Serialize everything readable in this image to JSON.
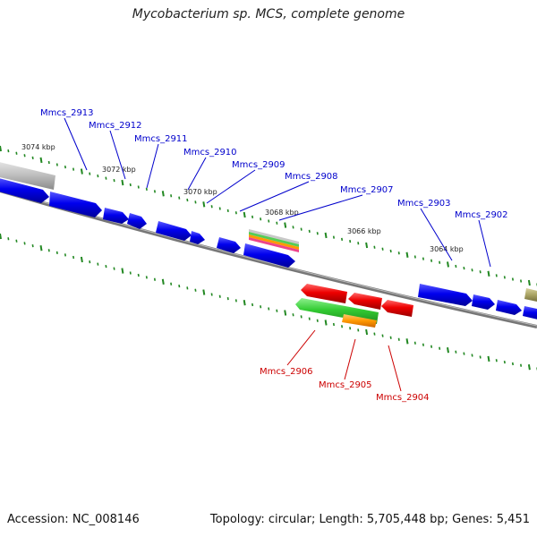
{
  "title": "Mycobacterium sp. MCS, complete genome",
  "footer": {
    "accession": "Accession: NC_008146",
    "summary": "Topology: circular; Length: 5,705,448 bp; Genes: 5,451"
  },
  "colors": {
    "forward_label": "#0000cc",
    "reverse_label": "#cc0000",
    "blue_gene": "#0000ee",
    "red_gene": "#ee0000",
    "green_gene": "#33cc33",
    "orange_gene": "#ff9900",
    "gray_gene": "#aaaaaa",
    "olive_gene": "#a6a060",
    "tick": "#228822",
    "backbone": "#777777"
  },
  "scale_labels": [
    "3074 kbp",
    "3072 kbp",
    "3070 kbp",
    "3068 kbp",
    "3066 kbp",
    "3064 kbp"
  ],
  "forward_labels": [
    "Mmcs_2913",
    "Mmcs_2912",
    "Mmcs_2911",
    "Mmcs_2910",
    "Mmcs_2909",
    "Mmcs_2908",
    "Mmcs_2907",
    "Mmcs_2903",
    "Mmcs_2902"
  ],
  "reverse_labels": [
    "Mmcs_2906",
    "Mmcs_2905",
    "Mmcs_2904"
  ]
}
